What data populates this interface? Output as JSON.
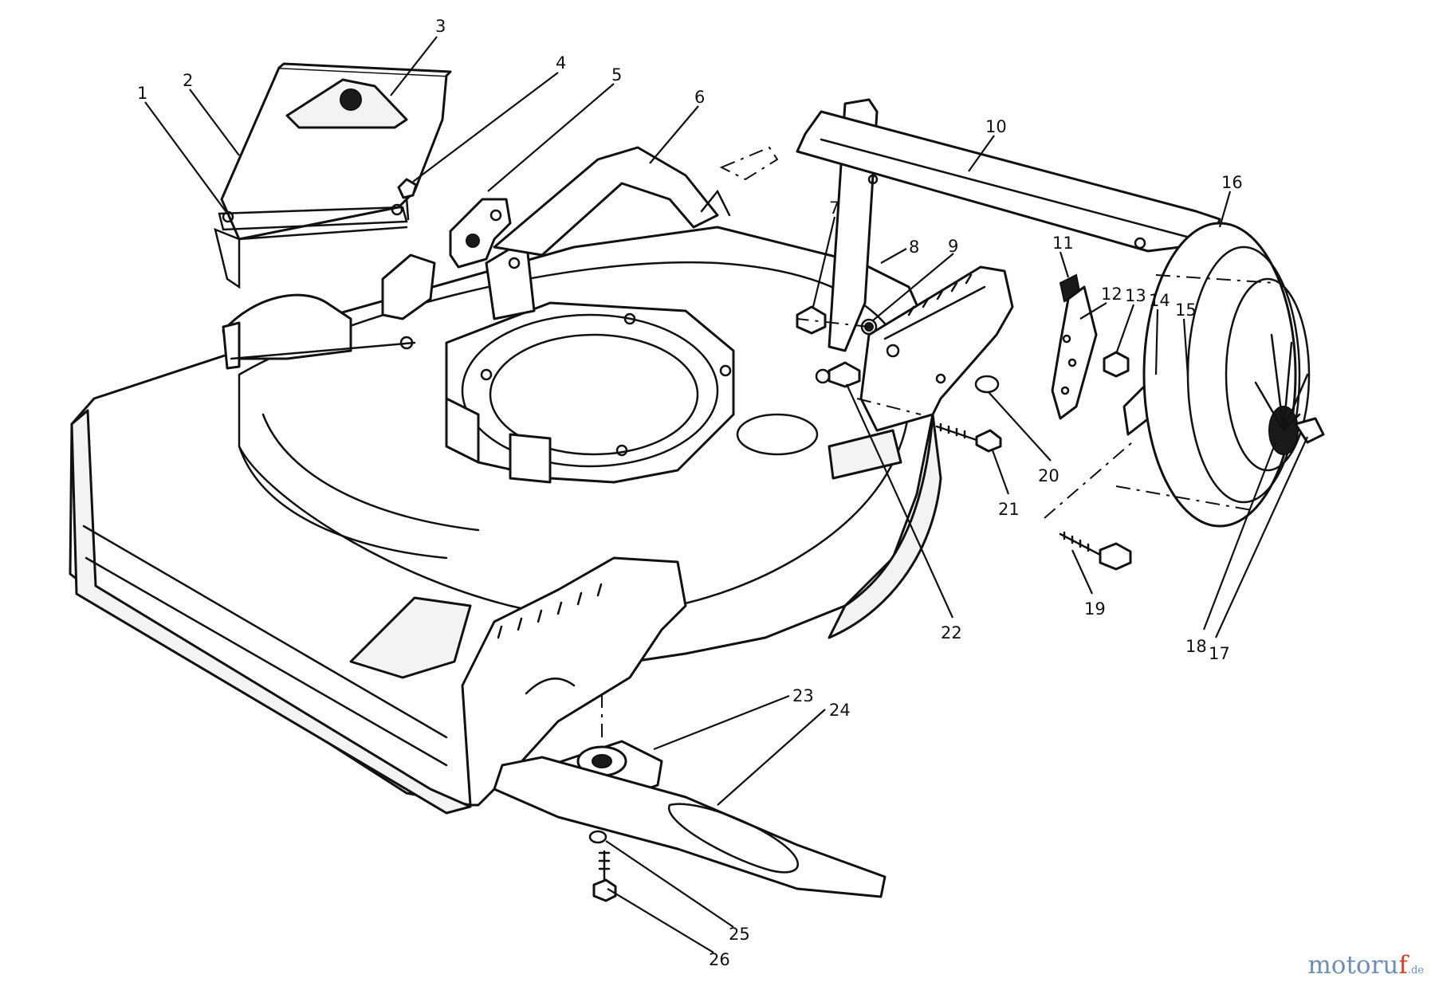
{
  "diagram": {
    "callouts": [
      {
        "id": "1",
        "text": "1"
      },
      {
        "id": "2",
        "text": "2"
      },
      {
        "id": "3",
        "text": "3"
      },
      {
        "id": "4",
        "text": "4"
      },
      {
        "id": "5",
        "text": "5"
      },
      {
        "id": "6",
        "text": "6"
      },
      {
        "id": "7",
        "text": "7"
      },
      {
        "id": "8",
        "text": "8"
      },
      {
        "id": "9",
        "text": "9"
      },
      {
        "id": "10",
        "text": "10"
      },
      {
        "id": "11",
        "text": "11"
      },
      {
        "id": "12",
        "text": "12"
      },
      {
        "id": "13",
        "text": "13"
      },
      {
        "id": "14",
        "text": "14"
      },
      {
        "id": "15",
        "text": "15"
      },
      {
        "id": "16",
        "text": "16"
      },
      {
        "id": "17",
        "text": "17"
      },
      {
        "id": "18",
        "text": "18"
      },
      {
        "id": "19",
        "text": "19"
      },
      {
        "id": "20",
        "text": "20"
      },
      {
        "id": "21",
        "text": "21"
      },
      {
        "id": "22",
        "text": "22"
      },
      {
        "id": "23",
        "text": "23"
      },
      {
        "id": "24",
        "text": "24"
      },
      {
        "id": "25",
        "text": "25"
      },
      {
        "id": "26",
        "text": "26"
      }
    ]
  },
  "watermark": {
    "main": "motoru",
    "accent": "f",
    "tld": ".de"
  },
  "colors": {
    "line": "#111111",
    "background": "#ffffff",
    "watermark_blue": "#6e8fb5",
    "watermark_red": "#d2432b"
  }
}
